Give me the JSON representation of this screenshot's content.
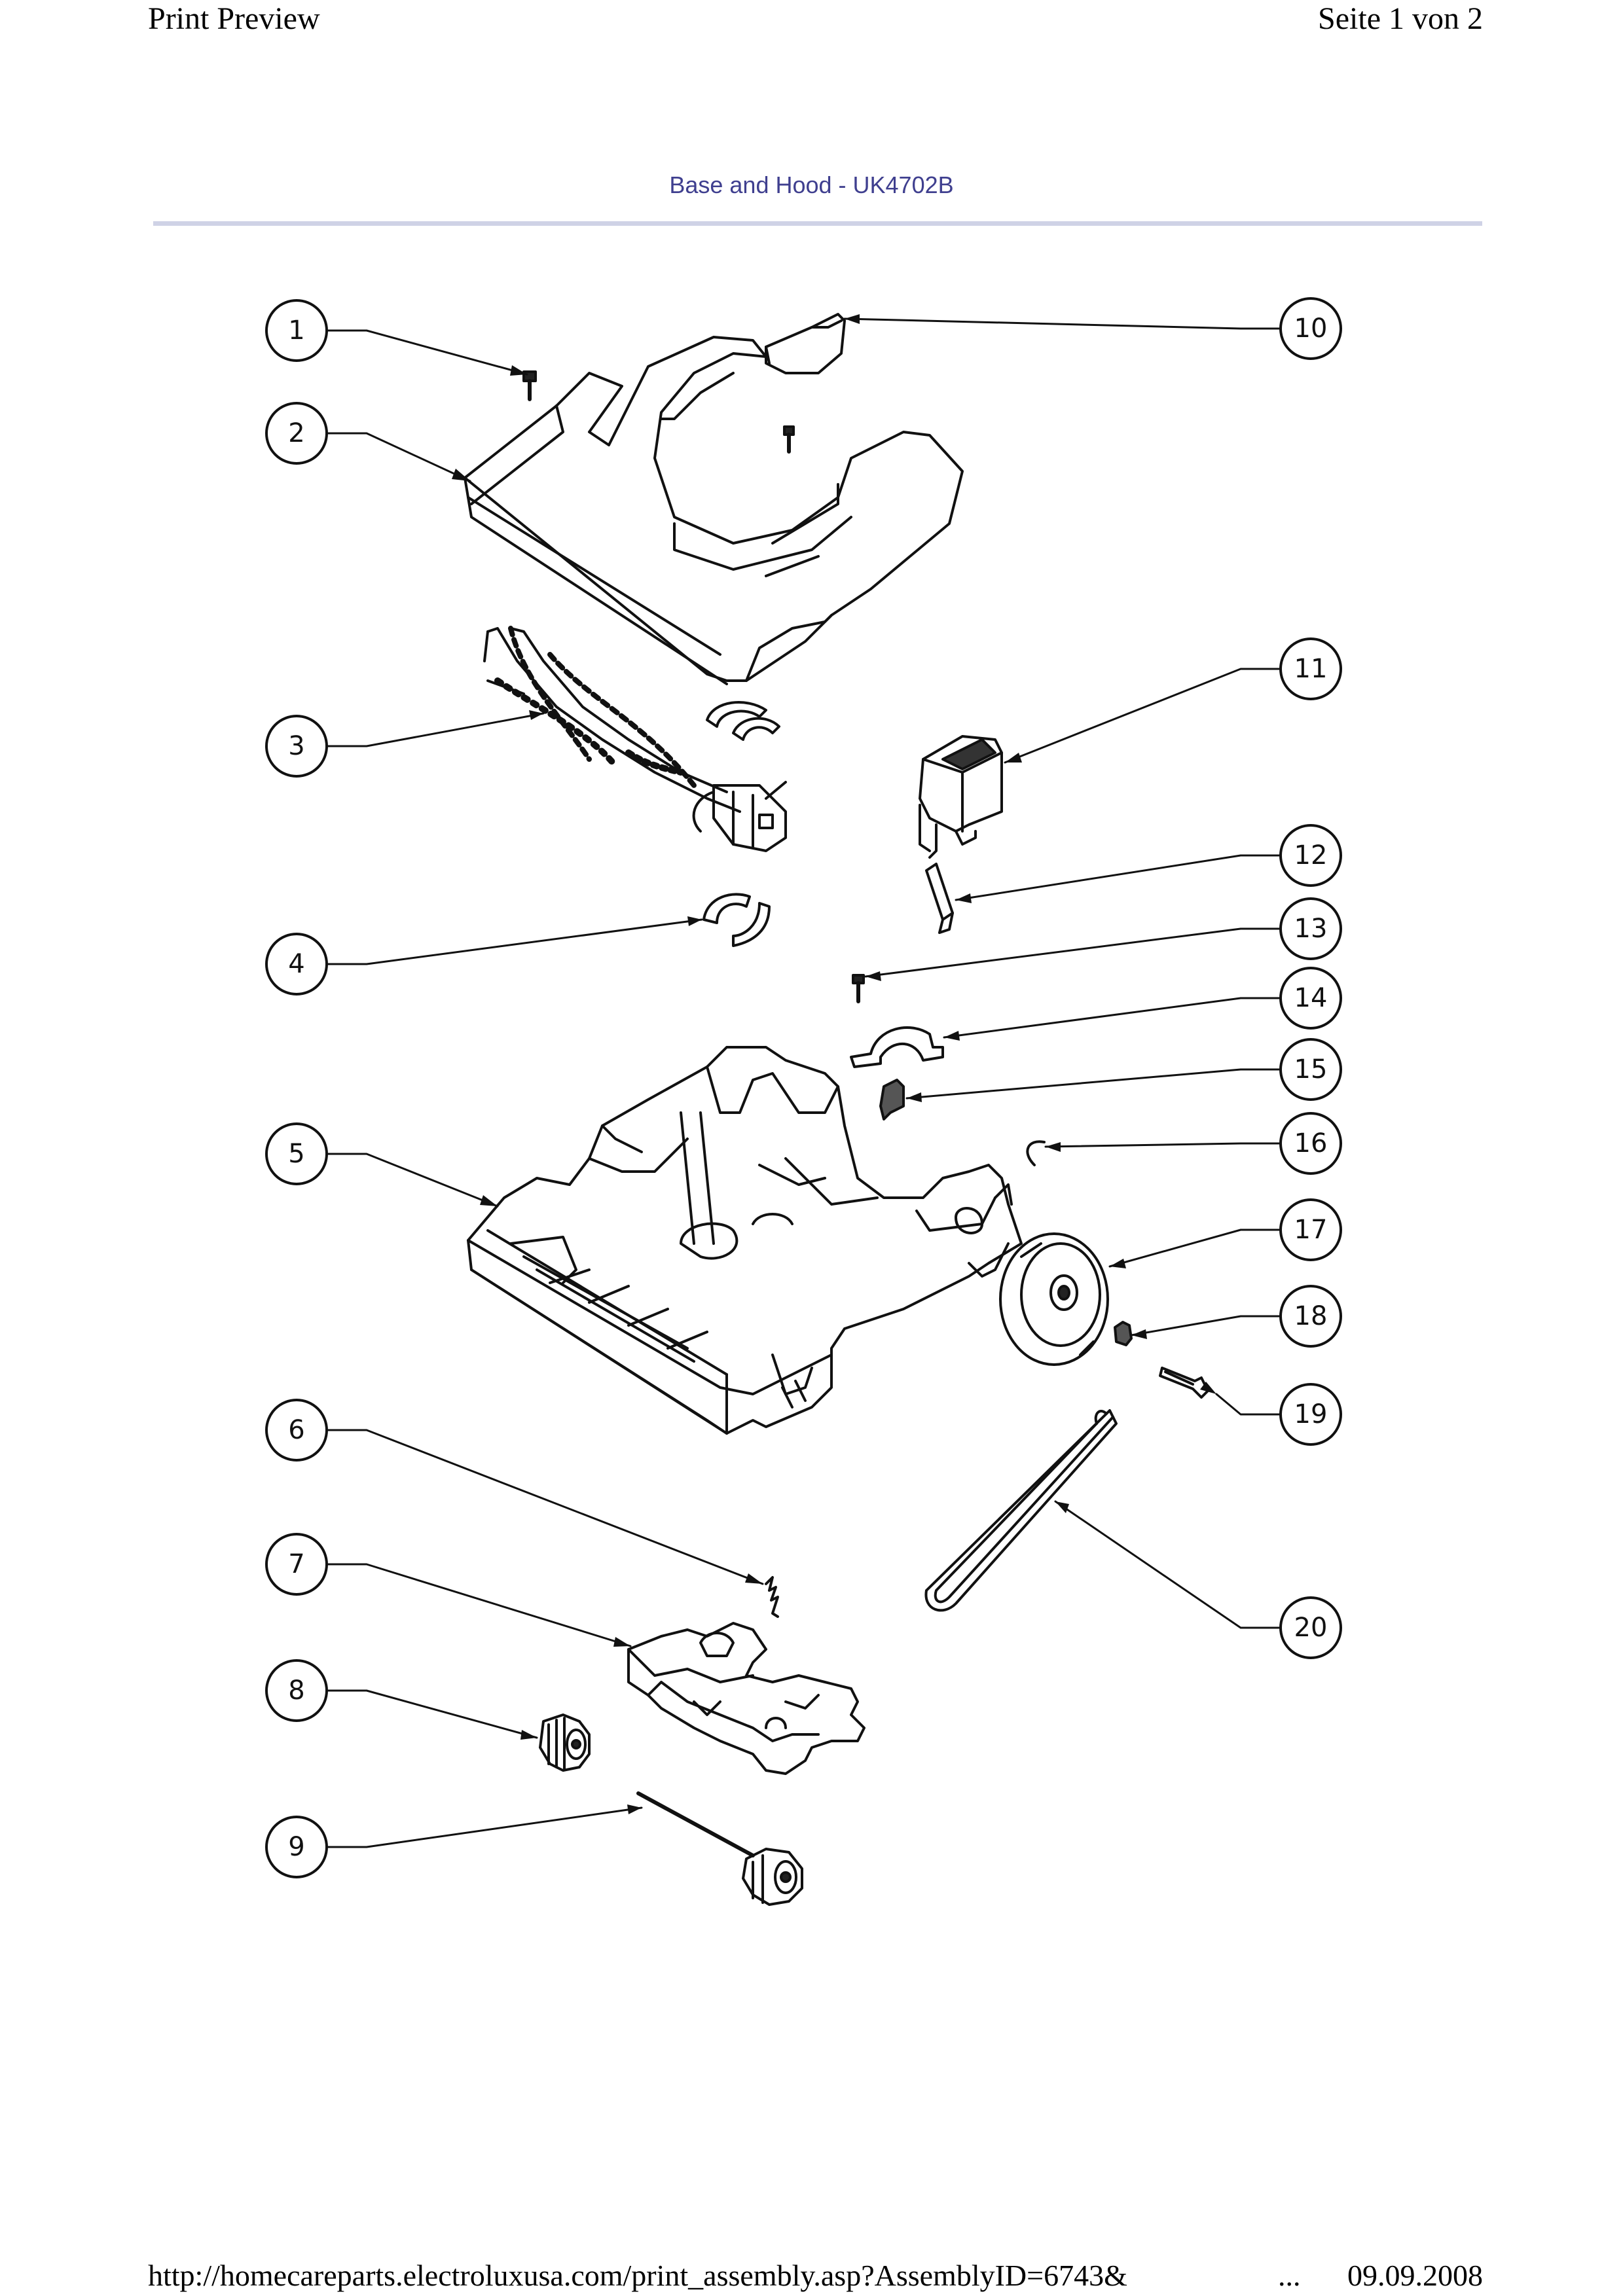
{
  "header": {
    "left": "Print Preview",
    "right": "Seite 1 von 2"
  },
  "title": "Base and Hood - UK4702B",
  "footer": {
    "url": "http://homecareparts.electroluxusa.com/print_assembly.asp?AssemblyID=6743&",
    "ellipsis": "...",
    "date": "09.09.2008"
  },
  "callouts": [
    "1",
    "2",
    "3",
    "4",
    "5",
    "6",
    "7",
    "8",
    "9",
    "10",
    "11",
    "12",
    "13",
    "14",
    "15",
    "16",
    "17",
    "18",
    "19",
    "20"
  ]
}
